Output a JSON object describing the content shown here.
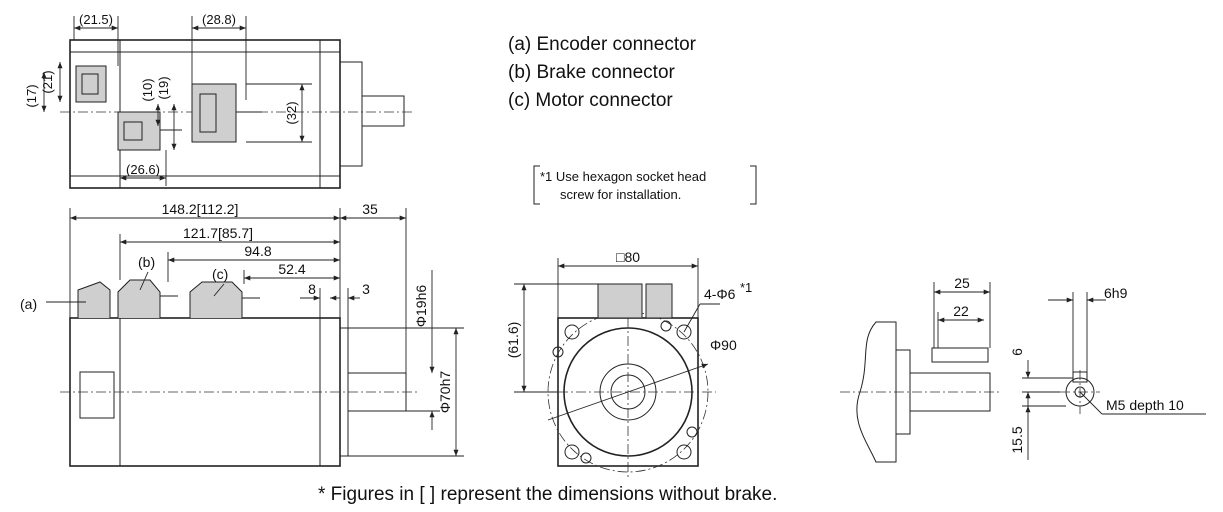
{
  "legend": {
    "encoder": "(a) Encoder connector",
    "brake": "(b) Brake connector",
    "motor": "(c) Motor connector"
  },
  "note": {
    "line1": "*1 Use hexagon socket head",
    "line2": "screw for installation."
  },
  "footer": "* Figures in [  ] represent the dimensions without brake.",
  "top_view": {
    "d_21_5": "(21.5)",
    "d_28_8": "(28.8)",
    "d_21": "(21)",
    "d_17": "(17)",
    "d_10": "(10)",
    "d_19": "(19)",
    "d_32": "(32)",
    "d_26_6": "(26.6)"
  },
  "side_view": {
    "total_length": "148.2[112.2]",
    "shaft_length": "35",
    "d_121_7": "121.7[85.7]",
    "d_94_8": "94.8",
    "d_52_4": "52.4",
    "d_8": "8",
    "d_3": "3",
    "label_a": "(a)",
    "label_b": "(b)",
    "label_c": "(c)",
    "shaft_dia": "Φ19h6",
    "pilot_dia": "Φ70h7"
  },
  "front_view": {
    "square": "□80",
    "holes": "4-Φ6",
    "holes_mark": "*1",
    "height": "(61.6)",
    "pcd": "Φ90"
  },
  "shaft_view": {
    "d_25": "25",
    "d_22": "22",
    "d_6h9": "6h9",
    "d_6": "6",
    "d_15_5": "15.5",
    "tap": "M5 depth 10"
  }
}
